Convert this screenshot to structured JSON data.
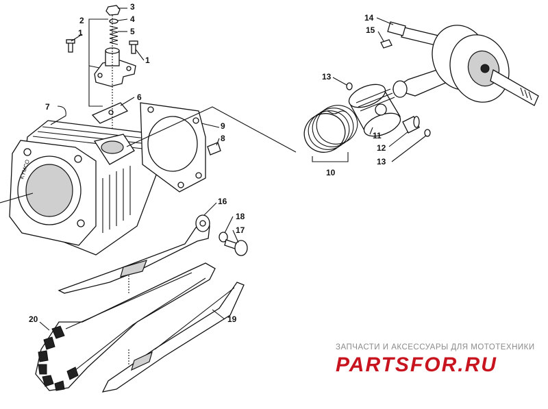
{
  "callouts": [
    "1",
    "2",
    "3",
    "4",
    "5",
    "1",
    "6",
    "7",
    "8",
    "9",
    "10",
    "11",
    "12",
    "13",
    "13",
    "14",
    "15",
    "16",
    "17",
    "18",
    "19",
    "20"
  ],
  "cylinder_brand": "KYMCO",
  "watermark": {
    "tagline": "ЗАПЧАСТИ И АКСЕССУАРЫ ДЛЯ МОТОТЕХНИКИ",
    "logo": "PARTSFOR.RU",
    "colors": {
      "tagline": "#8a8a8a",
      "logo": "#c8141e"
    }
  }
}
